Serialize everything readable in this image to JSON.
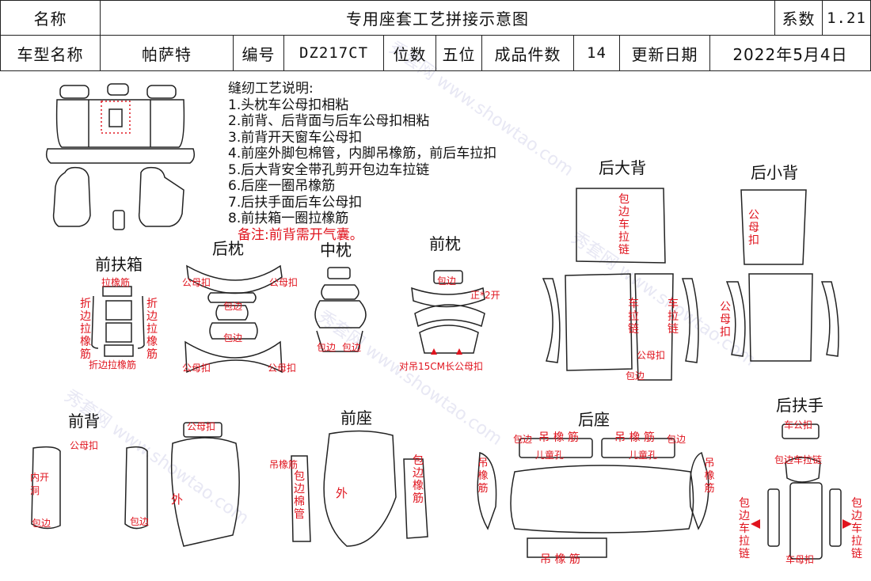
{
  "header": {
    "name_label": "名称",
    "title": "专用座套工艺拼接示意图",
    "coef_label": "系数",
    "coef_value": "1.21",
    "model_label": "车型名称",
    "model_value": "帕萨特",
    "code_label": "编号",
    "code_value": "DZ217CT",
    "seat_label": "位数",
    "seat_value": "五位",
    "pieces_label": "成品件数",
    "pieces_value": "14",
    "date_label": "更新日期",
    "date_value": "2022年5月4日"
  },
  "notes": {
    "title": "缝纫工艺说明:",
    "items": [
      "1.头枕车公母扣相粘",
      "2.前背、后背面与后车公母扣相粘",
      "3.前背开天窗车公母扣",
      "4.前座外脚包棉管，内脚吊橡筋，前后车拉扣",
      "5.后大背安全带孔剪开包边车拉链",
      "6.后座一圈吊橡筋",
      "7.后扶手面后车公母扣",
      "8.前扶箱一圈拉橡筋"
    ],
    "remark": "备注:前背需开气囊。"
  },
  "sections": {
    "front_armbox": "前扶箱",
    "rear_headrest": "后枕",
    "mid_headrest": "中枕",
    "front_headrest": "前枕",
    "rear_big_back": "后大背",
    "rear_small_back": "后小背",
    "front_back": "前背",
    "front_seat": "前座",
    "rear_seat": "后座",
    "rear_armrest": "后扶手"
  },
  "annotations": {
    "pull_elastic": "拉橡筋",
    "fold_pull_elastic": "折边拉橡筋",
    "fold_edge_pull_elastic_v": "折边拉橡筋",
    "hook_loop": "公母扣",
    "binding": "包边",
    "open_2": "正*2开",
    "pair_hook": "对吊15CM长公母扣",
    "binding_zipper": "包边车拉链",
    "zipper": "车拉链",
    "inner_open_hole": "内开洞",
    "outside": "外",
    "hang_elastic": "吊橡筋",
    "binding_cotton_tube": "包边棉管",
    "binding_elastic": "包边橡筋",
    "child_hole": "儿童孔",
    "elastic_spaced": "吊 橡 筋",
    "sew_hook": "车公扣",
    "sew_hook_loop": "车母扣",
    "binding_zip": "包边车拉链"
  },
  "watermark": "秀套网 www.showtao.com"
}
